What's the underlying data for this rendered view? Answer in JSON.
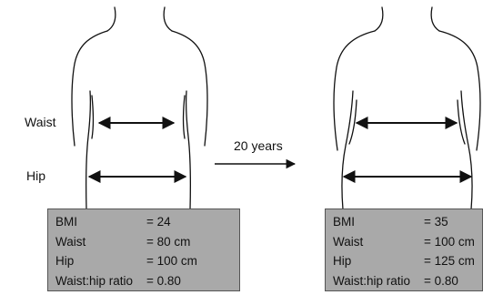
{
  "labels": {
    "waist": "Waist",
    "hip": "Hip",
    "time": "20 years"
  },
  "before": {
    "rows": [
      {
        "name": "BMI",
        "value": "= 24"
      },
      {
        "name": "Waist",
        "value": "= 80 cm"
      },
      {
        "name": "Hip",
        "value": "= 100 cm"
      },
      {
        "name": "Waist:hip ratio",
        "value": "= 0.80"
      }
    ]
  },
  "after": {
    "rows": [
      {
        "name": "BMI",
        "value": "= 35"
      },
      {
        "name": "Waist",
        "value": "= 100 cm"
      },
      {
        "name": "Hip",
        "value": "= 125 cm"
      },
      {
        "name": "Waist:hip ratio",
        "value": "= 0.80"
      }
    ]
  },
  "colors": {
    "box_fill": "#a9a9a9",
    "line": "#111111"
  }
}
